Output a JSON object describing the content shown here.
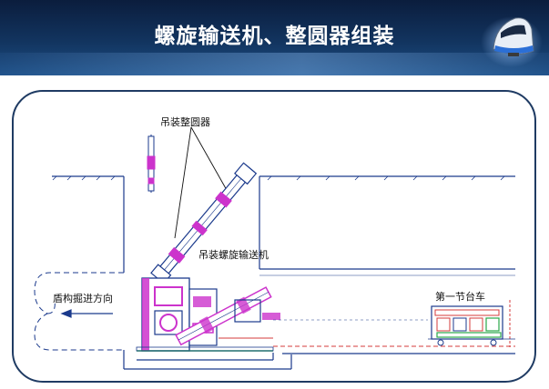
{
  "slide": {
    "title": "螺旋输送机、整圆器组装"
  },
  "drawing": {
    "label_circle_former": "吊装整圆器",
    "label_screw_conveyor": "吊装螺旋输送机",
    "label_direction": "盾构掘进方向",
    "label_first_trailer": "第一节台车",
    "line_color": "#1b3a8c",
    "equipment_color": "#cc33cc",
    "trailer_accent_color": "#d63b3b",
    "trailer_green_color": "#2aa84a"
  }
}
